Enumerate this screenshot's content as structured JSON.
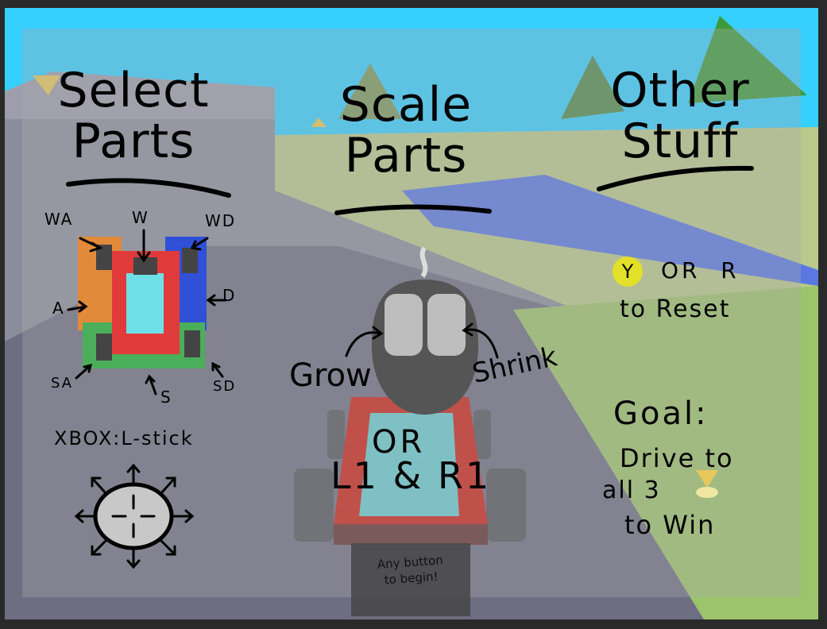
{
  "titles": {
    "select": "Select\nParts",
    "scale": "Scale\nParts",
    "other": "Other\nStuff"
  },
  "select_labels": {
    "wa": "WA",
    "w": "W",
    "wd": "WD",
    "a": "A",
    "d": "D",
    "sa": "SA",
    "s": "S",
    "sd": "SD"
  },
  "xbox_label": "XBOX:L-stick",
  "scale_labels": {
    "grow": "Grow",
    "shrink": "Shrink",
    "or": "OR",
    "buttons": "L1 & R1"
  },
  "reset": {
    "y_button": "Y",
    "or_r": "OR  R",
    "to_reset": "to Reset"
  },
  "goal": {
    "heading": "Goal:",
    "line1": "Drive to",
    "line2": "all 3",
    "line3": "to Win"
  },
  "begin_prompt": "Any button\nto begin!",
  "colors": {
    "sky": "#36d0ff",
    "yellow_button": "#e3e02a",
    "car_red": "#c0504a",
    "part_orange": "#e08a3a",
    "part_blue": "#3050d8",
    "part_green": "#4aae5a",
    "part_red": "#e03a3a",
    "part_cyan": "#70e0e8"
  }
}
